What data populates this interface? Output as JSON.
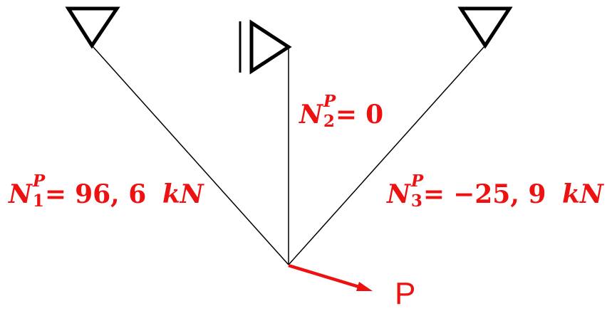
{
  "colors": {
    "structure": "#000000",
    "annotation": "#ee1111"
  },
  "labels": {
    "n1": {
      "symbol": "N",
      "sup": "P",
      "sub": "1",
      "eq": "=",
      "value": "96, 6",
      "unit": "kN"
    },
    "n2": {
      "symbol": "N",
      "sup": "P",
      "sub": "2",
      "eq": "=",
      "value": "0",
      "unit": ""
    },
    "n3": {
      "symbol": "N",
      "sup": "P",
      "sub": "3",
      "eq": "=",
      "value": "−25, 9",
      "unit": "kN"
    },
    "load": "P"
  }
}
